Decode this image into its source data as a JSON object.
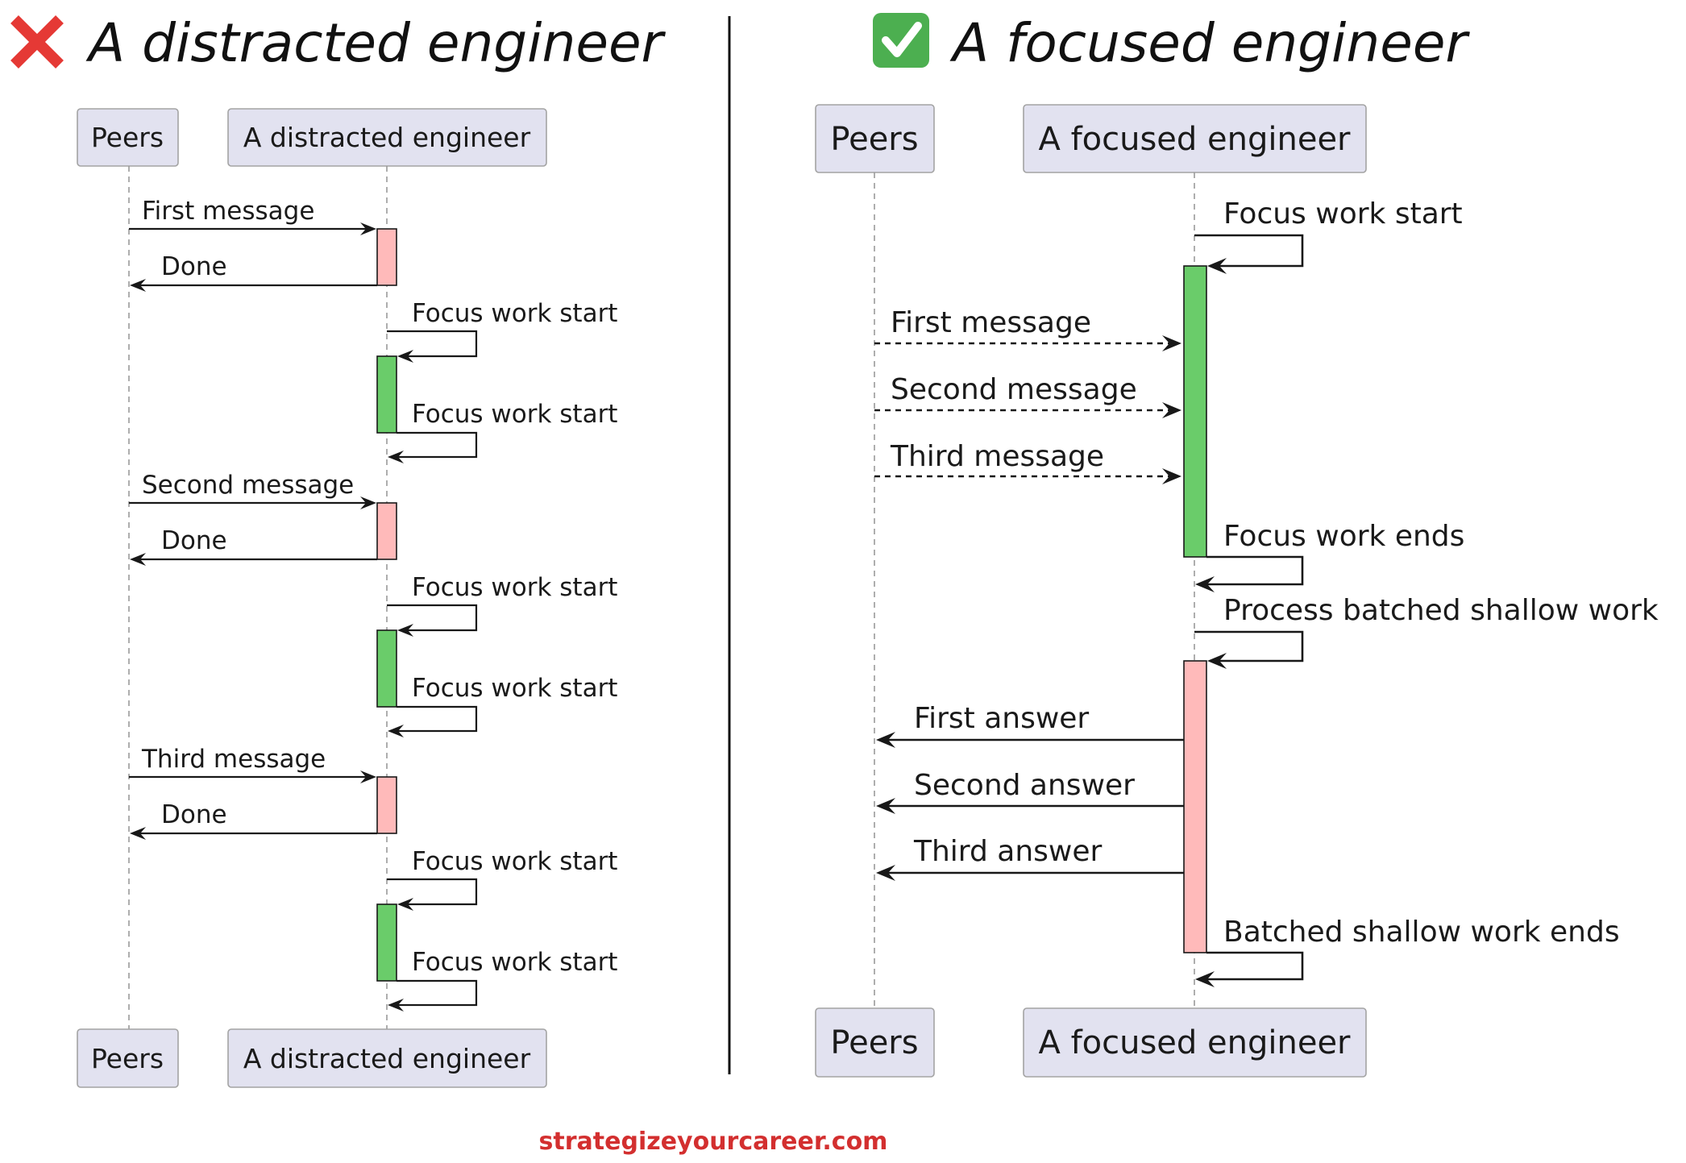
{
  "left_panel": {
    "title_icon": "cross-mark-icon",
    "title": "A distracted engineer",
    "participants_top": [
      "Peers",
      "A distracted engineer"
    ],
    "participants_bottom": [
      "Peers",
      "A distracted engineer"
    ],
    "messages": [
      "First message",
      "Done",
      "Focus work start",
      "Focus work start",
      "Second message",
      "Done",
      "Focus work start",
      "Focus work start",
      "Third message",
      "Done",
      "Focus work start",
      "Focus work start"
    ]
  },
  "right_panel": {
    "title_icon": "check-mark-icon",
    "title": "A focused engineer",
    "participants_top": [
      "Peers",
      "A focused engineer"
    ],
    "participants_bottom": [
      "Peers",
      "A focused engineer"
    ],
    "messages": [
      "Focus work start",
      "First message",
      "Second message",
      "Third message",
      "Focus work ends",
      "Process batched shallow work",
      "First answer",
      "Second answer",
      "Third answer",
      "Batched shallow work ends"
    ]
  },
  "footer": {
    "website": "strategizeyourcareer.com"
  },
  "colors": {
    "participant_fill": "#e2e2f0",
    "focus_work_activation": "#6acc6a",
    "shallow_work_activation": "#ffbaba",
    "cross_mark": "#e53935",
    "check_mark": "#4caf50",
    "check_tick": "#ffffff",
    "footer_text": "#d32f2f"
  }
}
